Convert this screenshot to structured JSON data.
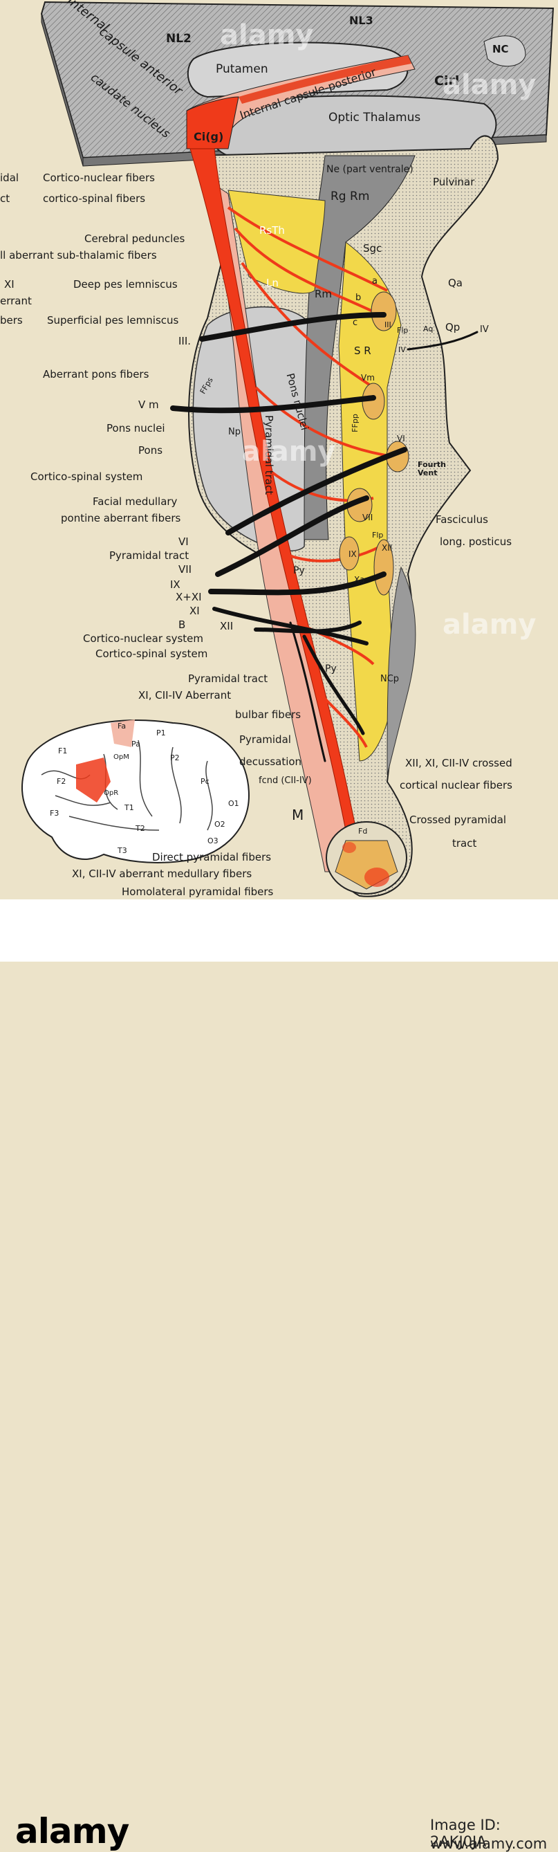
{
  "header_labels": {
    "nl3": "NL3",
    "nl2": "NL2",
    "nc": "NC",
    "cirl": "Cirl",
    "internal_capsule": "Internal",
    "capsule_anterior": "capsule anterior",
    "caudate_nucleus": "caudate nucleus",
    "putamen": "Putamen",
    "internal_capsule_posterior": "Internal capsule-posterior",
    "optic_thalamus": "Optic Thalamus",
    "cig": "Ci(g)"
  },
  "internal_labels": {
    "ne": "Ne (part ventrale)",
    "rgrm": "Rg Rm",
    "rsth": "RsTh",
    "sgc": "Sgc",
    "ln": "Ln",
    "rm": "Rm",
    "a": "a",
    "b": "b",
    "c": "c",
    "iii": "III",
    "flp": "Flp",
    "aq": "Aq",
    "sr": "S R",
    "iv_small": "IV",
    "vm_small": "Vm",
    "ffps": "FFps",
    "pons_nuclei": "Pons nuclei",
    "pyramidal_tract": "Pyramidal tract",
    "np": "Np",
    "ffpp": "FFpp",
    "vi_small": "VI",
    "vii_small": "VII",
    "ix_small": "IX",
    "xa": "Xa",
    "xii_small": "XII",
    "flp2": "Flp",
    "py": "Py",
    "py2": "Py",
    "ncp": "NCp",
    "m": "M",
    "fd": "Fd",
    "qa": "Qa",
    "qp": "Qp",
    "fourth_vent": "Fourth Vent"
  },
  "left_labels": {
    "pyramidal_tract_cut": "idal",
    "tract_cut": "ct",
    "cortico_nuclear": "Cortico-nuclear fibers",
    "cortico_spinal": "cortico-spinal fibers",
    "cerebral_peduncles": "Cerebral peduncles",
    "aberrant_subthalamic": "ll aberrant sub-thalamic fibers",
    "xi_cut": "XI",
    "aberrant_cut": "errant",
    "fibers_cut": "bers",
    "deep_pes": "Deep pes lemniscus",
    "superficial_pes": "Superficial pes lemniscus",
    "iii": "III.",
    "aberrant_pons": "Aberrant pons fibers",
    "vm": "V m",
    "pons_nuclei": "Pons nuclei",
    "pons": "Pons",
    "cortico_spinal_system": "Cortico-spinal system",
    "facial_medullary": "Facial medullary",
    "pontine_aberrant": "pontine aberrant fibers",
    "vi": "VI",
    "pyramidal_tract": "Pyramidal tract",
    "vii": "VII",
    "ix": "IX",
    "x_xi": "X+XI",
    "xi": "XI",
    "b": "B",
    "xii": "XII",
    "cortico_nuclear_system": "Cortico-nuclear system",
    "cortico_spinal_system2": "Cortico-spinal system",
    "pyramidal_tract2": "Pyramidal tract",
    "xi_cii_aberrant": "XI, CII-IV Aberrant",
    "bulbar_fibers": "bulbar fibers",
    "pyramidal": "Pyramidal",
    "decussation": "decussation",
    "fcnd": "fcnd (CII-IV)",
    "direct_pyramidal": "Direct pyramidal fibers",
    "xi_medullary": "XI, CII-IV aberrant medullary fibers",
    "homolateral": "Homolateral pyramidal fibers"
  },
  "right_labels": {
    "pulvinar": "Pulvinar",
    "iv": "IV",
    "fasciculus": "Fasciculus",
    "long_posticus": "long. posticus",
    "crossed_cortical_1": "XII, XI, CII-IV crossed",
    "crossed_cortical_2": "cortical nuclear fibers",
    "crossed_pyramidal_1": "Crossed pyramidal",
    "crossed_pyramidal_2": "tract"
  },
  "brain_labels": {
    "f1": "F1",
    "f2": "F2",
    "f3": "F3",
    "fa": "Fa",
    "pa": "Pa",
    "p1": "P1",
    "p2": "P2",
    "pc": "Pc",
    "o1": "O1",
    "o2": "O2",
    "o3": "O3",
    "t1": "T1",
    "t2": "T2",
    "t3": "T3",
    "opr": "OpR",
    "opm": "OpM"
  },
  "watermarks": {
    "main": "alamy",
    "image_id": "Image ID: 2AKJ0JA",
    "url": "www.alamy.com"
  },
  "colors": {
    "background": "#ece3c9",
    "pyramidal_red": "#ef3a1a",
    "light_red": "#f2b3a0",
    "yellow": "#f2d84a",
    "grey": "#8d8d8d",
    "light_grey": "#d0d0d0"
  }
}
